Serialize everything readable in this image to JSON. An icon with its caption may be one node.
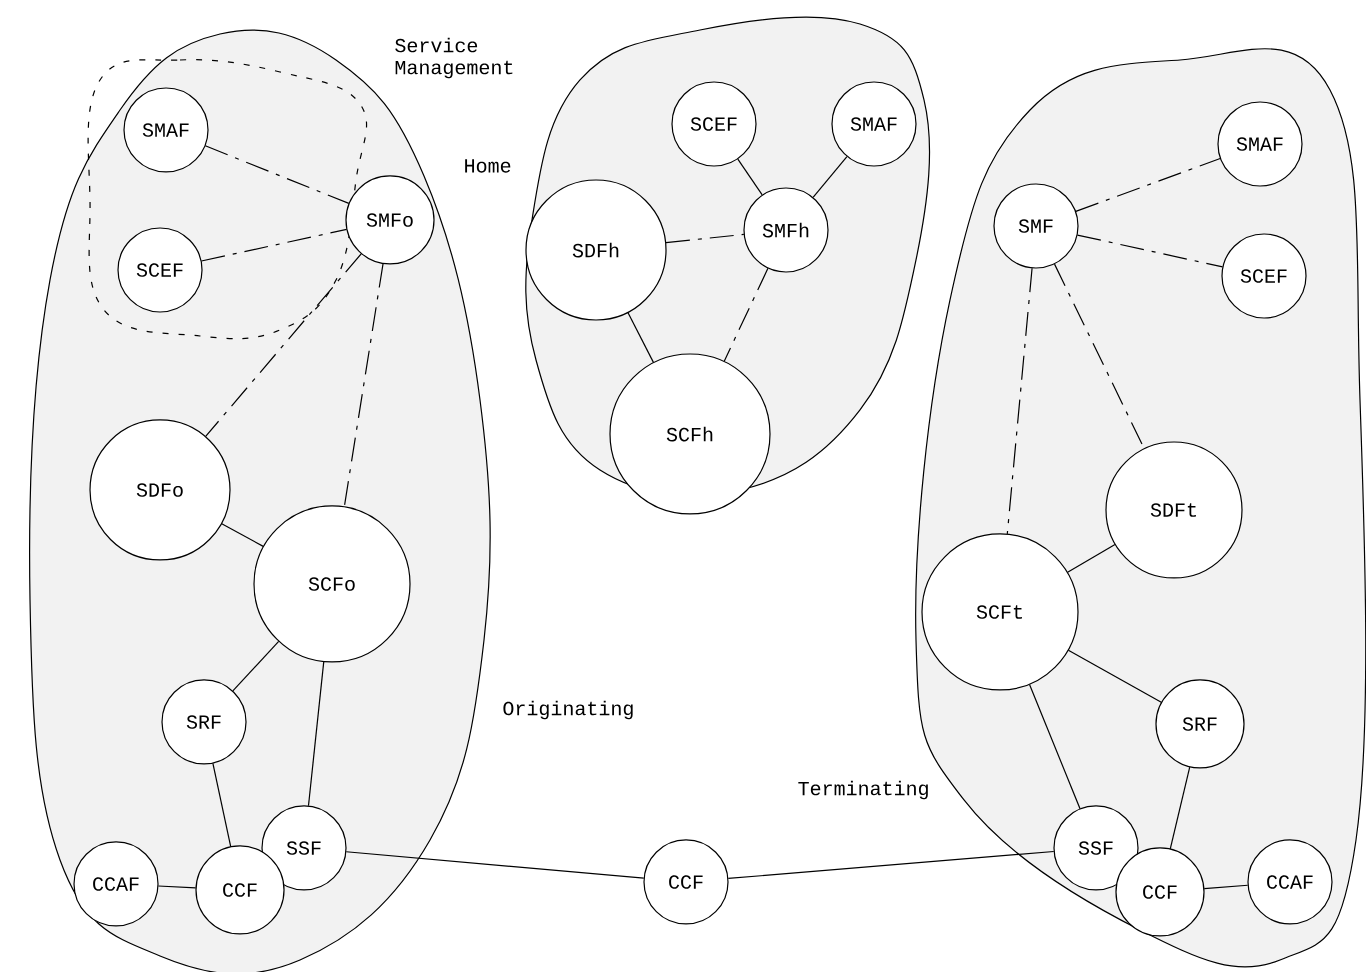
{
  "diagram": {
    "nodes": [
      {
        "text": [
          "Originating"
        ]
      },
      {
        "text": [
          "Service Management"
        ],
        "in": 0
      },
      {
        "text": [
          "SMAF"
        ],
        "in": 1
      },
      {
        "text": [
          "SCEF"
        ],
        "in": 1
      },
      {
        "text": [
          "SMFo"
        ],
        "in": 0
      },
      {
        "text": [
          "SDFo"
        ],
        "in": 0
      },
      {
        "text": [
          "SCFo"
        ],
        "in": 0
      },
      {
        "text": [
          "SRF"
        ],
        "in": 0
      },
      {
        "text": [
          "SSF"
        ],
        "in": 0
      },
      {
        "text": [
          "CCF"
        ],
        "in": 0
      },
      {
        "text": [
          "CCAF"
        ],
        "in": 0
      },
      {
        "text": [
          "Home"
        ]
      },
      {
        "text": [
          "SCEF"
        ],
        "in": 11
      },
      {
        "text": [
          "SMAF"
        ],
        "in": 11
      },
      {
        "text": [
          "SDFh"
        ],
        "in": 11
      },
      {
        "text": [
          "SMFh"
        ],
        "in": 11
      },
      {
        "text": [
          "SCFh"
        ],
        "in": 11
      },
      {
        "text": [
          "CCF"
        ]
      },
      {
        "text": [
          "Terminating"
        ]
      },
      {
        "text": [
          "SMF"
        ],
        "in": 18
      },
      {
        "text": [
          "SMAF"
        ],
        "in": 18
      },
      {
        "text": [
          "SCEF"
        ],
        "in": 18
      },
      {
        "text": [
          "SDFt"
        ],
        "in": 18
      },
      {
        "text": [
          "SCFt"
        ],
        "in": 18
      },
      {
        "text": [
          "SRF"
        ],
        "in": 18
      },
      {
        "text": [
          "SSF"
        ],
        "in": 18
      },
      {
        "text": [
          "CCF"
        ],
        "in": 18
      },
      {
        "text": [
          "CCAF"
        ],
        "in": 18
      }
    ],
    "edges": [
      {
        "from": 2,
        "to": 4,
        "arrow": "none",
        "style": "dashed"
      },
      {
        "from": 3,
        "to": 4,
        "arrow": "none",
        "style": "dashed"
      },
      {
        "from": 4,
        "to": 5,
        "arrow": "none",
        "style": "dashed"
      },
      {
        "from": 4,
        "to": 6,
        "arrow": "none",
        "style": "dashed"
      },
      {
        "from": 5,
        "to": 6,
        "arrow": "none"
      },
      {
        "from": 6,
        "to": 7,
        "arrow": "none"
      },
      {
        "from": 6,
        "to": 8,
        "arrow": "none"
      },
      {
        "from": 7,
        "to": 9,
        "arrow": "none"
      },
      {
        "from": 10,
        "to": 9,
        "arrow": "none"
      },
      {
        "from": 8,
        "to": 17,
        "arrow": "none"
      },
      {
        "from": 12,
        "to": 15,
        "arrow": "none"
      },
      {
        "from": 13,
        "to": 15,
        "arrow": "none"
      },
      {
        "from": 14,
        "to": 15,
        "arrow": "none",
        "style": "dashed"
      },
      {
        "from": 14,
        "to": 16,
        "arrow": "none"
      },
      {
        "from": 15,
        "to": 16,
        "arrow": "none",
        "style": "dashed"
      },
      {
        "from": 17,
        "to": 25,
        "arrow": "none"
      },
      {
        "from": 19,
        "to": 20,
        "arrow": "none",
        "style": "dashed"
      },
      {
        "from": 19,
        "to": 21,
        "arrow": "none",
        "style": "dashed"
      },
      {
        "from": 19,
        "to": 22,
        "arrow": "none",
        "style": "dashed"
      },
      {
        "from": 19,
        "to": 23,
        "arrow": "none",
        "style": "dashed"
      },
      {
        "from": 22,
        "to": 23,
        "arrow": "none"
      },
      {
        "from": 23,
        "to": 24,
        "arrow": "none"
      },
      {
        "from": 23,
        "to": 25,
        "arrow": "none"
      },
      {
        "from": 24,
        "to": 26,
        "arrow": "none"
      },
      {
        "from": 26,
        "to": 27,
        "arrow": "none"
      }
    ]
  }
}
